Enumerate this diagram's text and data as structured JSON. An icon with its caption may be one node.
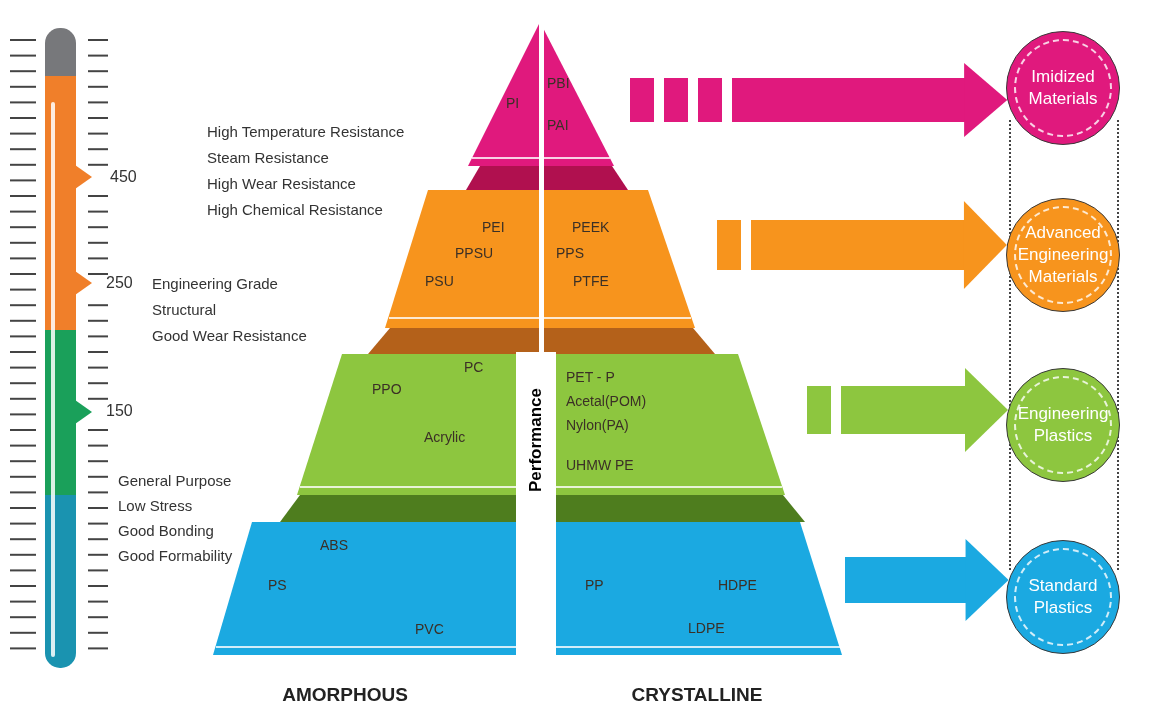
{
  "diagram": {
    "nodes": [
      {
        "text": [
          "PBI",
          "PI",
          "PAI"
        ]
      },
      {
        "text": [
          "PEI",
          "PPSU",
          "PSU",
          "PEEK",
          "PPS",
          "PTFE"
        ]
      },
      {
        "text": [
          "PC",
          "PPO",
          "Acrylic",
          "PET - P",
          "Acetal(POM)",
          "Nylon(PA)",
          "UHMW PE"
        ]
      },
      {
        "text": [
          "ABS",
          "PS",
          "PVC",
          "PP",
          "HDPE",
          "LDPE"
        ]
      },
      {
        "text": [
          "Imidized Materials"
        ]
      },
      {
        "text": [
          "Advanced Engineering Materials"
        ]
      },
      {
        "text": [
          "Engineering Plastics"
        ]
      },
      {
        "text": [
          "Standard Plastics"
        ]
      }
    ],
    "edges": [
      {
        "from": 0,
        "to": 4,
        "arrow": "to",
        "color": "#e0197d"
      },
      {
        "from": 1,
        "to": 5,
        "arrow": "to",
        "color": "#f7941d"
      },
      {
        "from": 2,
        "to": 6,
        "arrow": "to",
        "color": "#8dc63f"
      },
      {
        "from": 3,
        "to": 7,
        "arrow": "to",
        "color": "#1ba9e1"
      }
    ],
    "labels": [
      "450",
      "250",
      "150",
      "High Temperature Resistance",
      "Steam Resistance",
      "High Wear Resistance",
      "High Chemical Resistance",
      "Engineering Grade",
      "Structural",
      "Good Wear Resistance",
      "General Purpose",
      "Low Stress",
      "Good Bonding",
      "Good Formability",
      "Performance",
      "AMORPHOUS",
      "CRYSTALLINE"
    ]
  }
}
